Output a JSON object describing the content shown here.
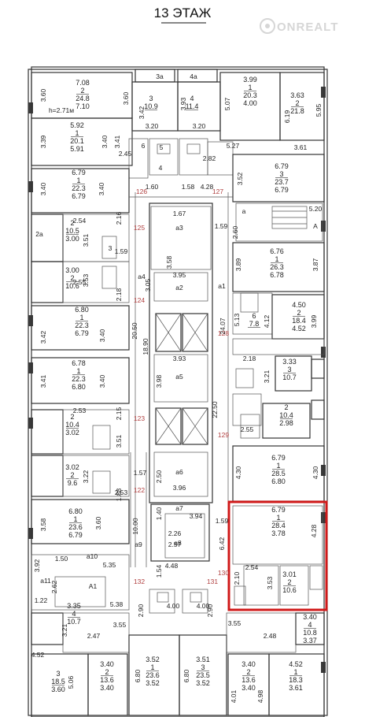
{
  "title": "13 ЭТАЖ",
  "watermark": "ONREALT",
  "highlight_color": "#d01919",
  "corridor_label_color": "#b04040",
  "ceiling_height": "h=2.71м",
  "units": [
    {
      "lines": [
        "7.08",
        "2",
        "24.8",
        "7.10"
      ]
    },
    {
      "lines": [
        "3.99",
        "1",
        "20.3",
        "4.00"
      ]
    },
    {
      "lines": [
        "3.63",
        "2",
        "21.8"
      ]
    },
    {
      "lines": [
        "5.92",
        "1",
        "20.1",
        "5.91"
      ]
    },
    {
      "lines": [
        "3",
        "10.9"
      ]
    },
    {
      "lines": [
        "4",
        "11.4"
      ]
    },
    {
      "lines": [
        "6.79",
        "1",
        "22.3",
        "6.79"
      ]
    },
    {
      "lines": [
        "6.79",
        "3",
        "23.7",
        "6.79"
      ]
    },
    {
      "lines": [
        "2",
        "10.5",
        "3.00"
      ]
    },
    {
      "lines": [
        "6.76",
        "1",
        "26.3",
        "6.78"
      ]
    },
    {
      "lines": [
        "3.00",
        "2",
        "10.6"
      ]
    },
    {
      "lines": [
        "4.50",
        "2",
        "18.4",
        "4.52"
      ]
    },
    {
      "lines": [
        "6.80",
        "1",
        "22.3",
        "6.79"
      ]
    },
    {
      "lines": [
        "6",
        "7.8"
      ]
    },
    {
      "lines": [
        "3.33",
        "3",
        "10.7"
      ]
    },
    {
      "lines": [
        "6.78",
        "1",
        "22.3",
        "6.80"
      ]
    },
    {
      "lines": [
        "2",
        "10.4",
        "3.02"
      ]
    },
    {
      "lines": [
        "2",
        "10.4",
        "2.98"
      ]
    },
    {
      "lines": [
        "3.02",
        "2",
        "9.6"
      ]
    },
    {
      "lines": [
        "6.79",
        "1",
        "28.5",
        "6.80"
      ]
    },
    {
      "lines": [
        "6.80",
        "1",
        "23.6",
        "6.79"
      ]
    },
    {
      "lines": [
        "6.79",
        "1",
        "28.4",
        "3.78"
      ]
    },
    {
      "lines": [
        "3.01",
        "2",
        "10.6"
      ]
    },
    {
      "lines": [
        "3.35",
        "4",
        "10.7"
      ]
    },
    {
      "lines": [
        "3.40",
        "4",
        "10.8",
        "3.37"
      ]
    },
    {
      "lines": [
        "3",
        "18.5",
        "3.60"
      ]
    },
    {
      "lines": [
        "3.40",
        "2",
        "13.6",
        "3.40"
      ]
    },
    {
      "lines": [
        "3.52",
        "1",
        "23.6",
        "3.52"
      ]
    },
    {
      "lines": [
        "3.51",
        "3",
        "23.5",
        "3.52"
      ]
    },
    {
      "lines": [
        "3.40",
        "2",
        "13.6",
        "3.40"
      ]
    },
    {
      "lines": [
        "4.52",
        "1",
        "18.3",
        "3.61"
      ]
    }
  ],
  "rooms": [
    "3а",
    "4а",
    "5",
    "6",
    "4",
    "3",
    "2а",
    "a",
    "A",
    "a3",
    "a4",
    "a2",
    "a1",
    "a5",
    "a6",
    "a7",
    "a8",
    "a9",
    "a10",
    "a11",
    "A1",
    "1.67",
    "2.26",
    "2.57"
  ],
  "corridors": [
    "126",
    "127",
    "125",
    "124",
    "128",
    "123",
    "129",
    "122",
    "130",
    "132",
    "131"
  ],
  "dims": [
    "3.60",
    "3.60",
    "3.42",
    "3.93",
    "5.07",
    "6.19",
    "5.95",
    "3.39",
    "3.40",
    "3.41",
    "2.45",
    "3.20",
    "3.20",
    "5.27",
    "3.61",
    "2.82",
    "3.40",
    "3.40",
    "3.52",
    "1.60",
    "1.58",
    "4.28",
    "5.20",
    "2.54",
    "2.16",
    "1.59",
    "3.51",
    "2.60",
    "1.59",
    "3.58",
    "3.89",
    "3.87",
    "3.53",
    "3.05",
    "3.95",
    "2.55",
    "2.18",
    "5.13",
    "4.12",
    "3.99",
    "3.42",
    "3.40",
    "20.50",
    "18.90",
    "24.07",
    "3.93",
    "3.98",
    "2.18",
    "3.21",
    "3.41",
    "3.40",
    "2.53",
    "2.15",
    "3.51",
    "22.50",
    "2.55",
    "3.22",
    "1.57",
    "2.50",
    "4.30",
    "4.30",
    "1.88",
    "3.96",
    "2.53",
    "1.40",
    "3.94",
    "1.59",
    "3.58",
    "3.60",
    "10.00",
    "4.28",
    "1.50",
    "5.35",
    "6.42",
    "2.54",
    "3.92",
    "2.62",
    "1.22",
    "5.38",
    "1.54",
    "4.48",
    "2.10",
    "3.53",
    "2.90",
    "2.90",
    "3.55",
    "3.55",
    "3.21",
    "2.47",
    "2.48",
    "4.52",
    "5.06",
    "6.80",
    "6.80",
    "4.01",
    "4.98",
    "4.00",
    "4.00"
  ]
}
